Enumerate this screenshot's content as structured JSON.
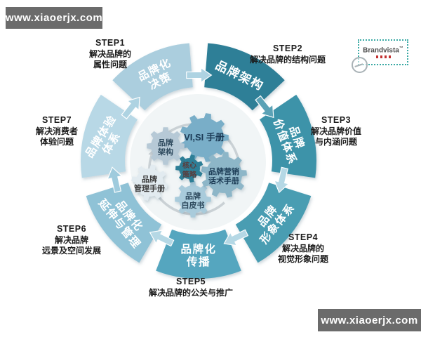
{
  "watermarks": {
    "top_left": "www.xiaoerjx.com",
    "bottom_right": "www.xiaoerjx.com",
    "bg": "#6b6b6b"
  },
  "logo": {
    "name": "Brandvista",
    "tm": "™",
    "border_color": "#3aa9a4",
    "accent_color": "#c23030"
  },
  "diagram": {
    "wedge_text_color": "#ffffff",
    "steps": [
      {
        "step": "STEP1",
        "desc": [
          "解决品牌的",
          "属性问题"
        ],
        "wedge_lines": [
          "品牌化",
          "决策"
        ],
        "wedge_color": "#abcede",
        "arrow_color": "#aed3e2"
      },
      {
        "step": "STEP2",
        "desc": [
          "解决品牌的结构问题"
        ],
        "wedge_lines": [
          "品牌架构"
        ],
        "wedge_color": "#2e7f97",
        "arrow_color": "#5ba2b6"
      },
      {
        "step": "STEP3",
        "desc": [
          "解决品牌价值",
          "与内涵问题"
        ],
        "wedge_lines": [
          "品牌",
          "价值体系"
        ],
        "wedge_color": "#3e93a9",
        "arrow_color": "#b5d8e5"
      },
      {
        "step": "STEP4",
        "desc": [
          "解决品牌的",
          "视觉形象问题"
        ],
        "wedge_lines": [
          "品牌",
          "形象体系"
        ],
        "wedge_color": "#4a9db2",
        "arrow_color": "#b5d8e5"
      },
      {
        "step": "STEP5",
        "desc": [
          "解决品牌的公关与推广"
        ],
        "wedge_lines": [
          "品牌化",
          "传播"
        ],
        "wedge_color": "#55a6bf",
        "arrow_color": "#b5d8e5"
      },
      {
        "step": "STEP6",
        "desc": [
          "解决品牌",
          "远景及空间发展"
        ],
        "wedge_lines": [
          "品牌化",
          "延伸与管理"
        ],
        "wedge_color": "#8fc2d6",
        "arrow_color": "#9fcbdd"
      },
      {
        "step": "STEP7",
        "desc": [
          "解决消费者",
          "体验问题"
        ],
        "wedge_lines": [
          "品牌体验",
          "体系"
        ],
        "wedge_color": "#b8d8e6",
        "arrow_color": "#aed3e2"
      }
    ],
    "gears": [
      {
        "lines": [
          "VI,SI 手册"
        ],
        "color": "#79aec8",
        "text_color": "#1b3a55"
      },
      {
        "lines": [
          "品牌",
          "架构"
        ],
        "color": "#b6c9d6",
        "text_color": "#2e4a5e"
      },
      {
        "lines": [
          "核心",
          "策略"
        ],
        "color": "#2f7f97",
        "text_color": "#5a3c3c"
      },
      {
        "lines": [
          "品牌营销",
          "话术手册"
        ],
        "color": "#8db6c8",
        "text_color": "#1d3d57"
      },
      {
        "lines": [
          "品牌",
          "白皮书"
        ],
        "color": "#a9cbdb",
        "text_color": "#2e4a5e"
      },
      {
        "lines": [
          "品牌",
          "管理手册"
        ],
        "color": "#e2ebf0",
        "text_color": "#3a3a3a"
      }
    ]
  }
}
